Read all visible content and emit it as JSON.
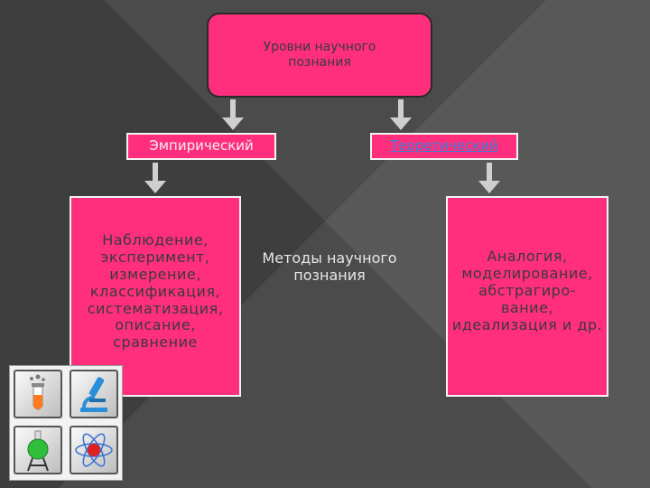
{
  "diagram": {
    "root": "Уровни научного познания",
    "levels": {
      "empirical": "Эмпирический",
      "theoretical": "Теоретический"
    },
    "empirical_methods": [
      "Наблюдение,",
      "эксперимент,",
      "измерение,",
      "классификация,",
      "систематизация,",
      "описание,",
      "сравнение"
    ],
    "middle_label": [
      "Методы научного",
      "познания"
    ],
    "theoretical_methods": [
      "Аналогия,",
      "моделирование,",
      "абстрагиро-",
      "вание,",
      "идеализация и др."
    ]
  },
  "colors": {
    "box_fill": "#ff2f7d",
    "background": "#4b4b4b",
    "arrow": "#cfcfcf"
  },
  "icons": [
    "test-tube-icon",
    "microscope-icon",
    "flask-icon",
    "atom-icon"
  ]
}
